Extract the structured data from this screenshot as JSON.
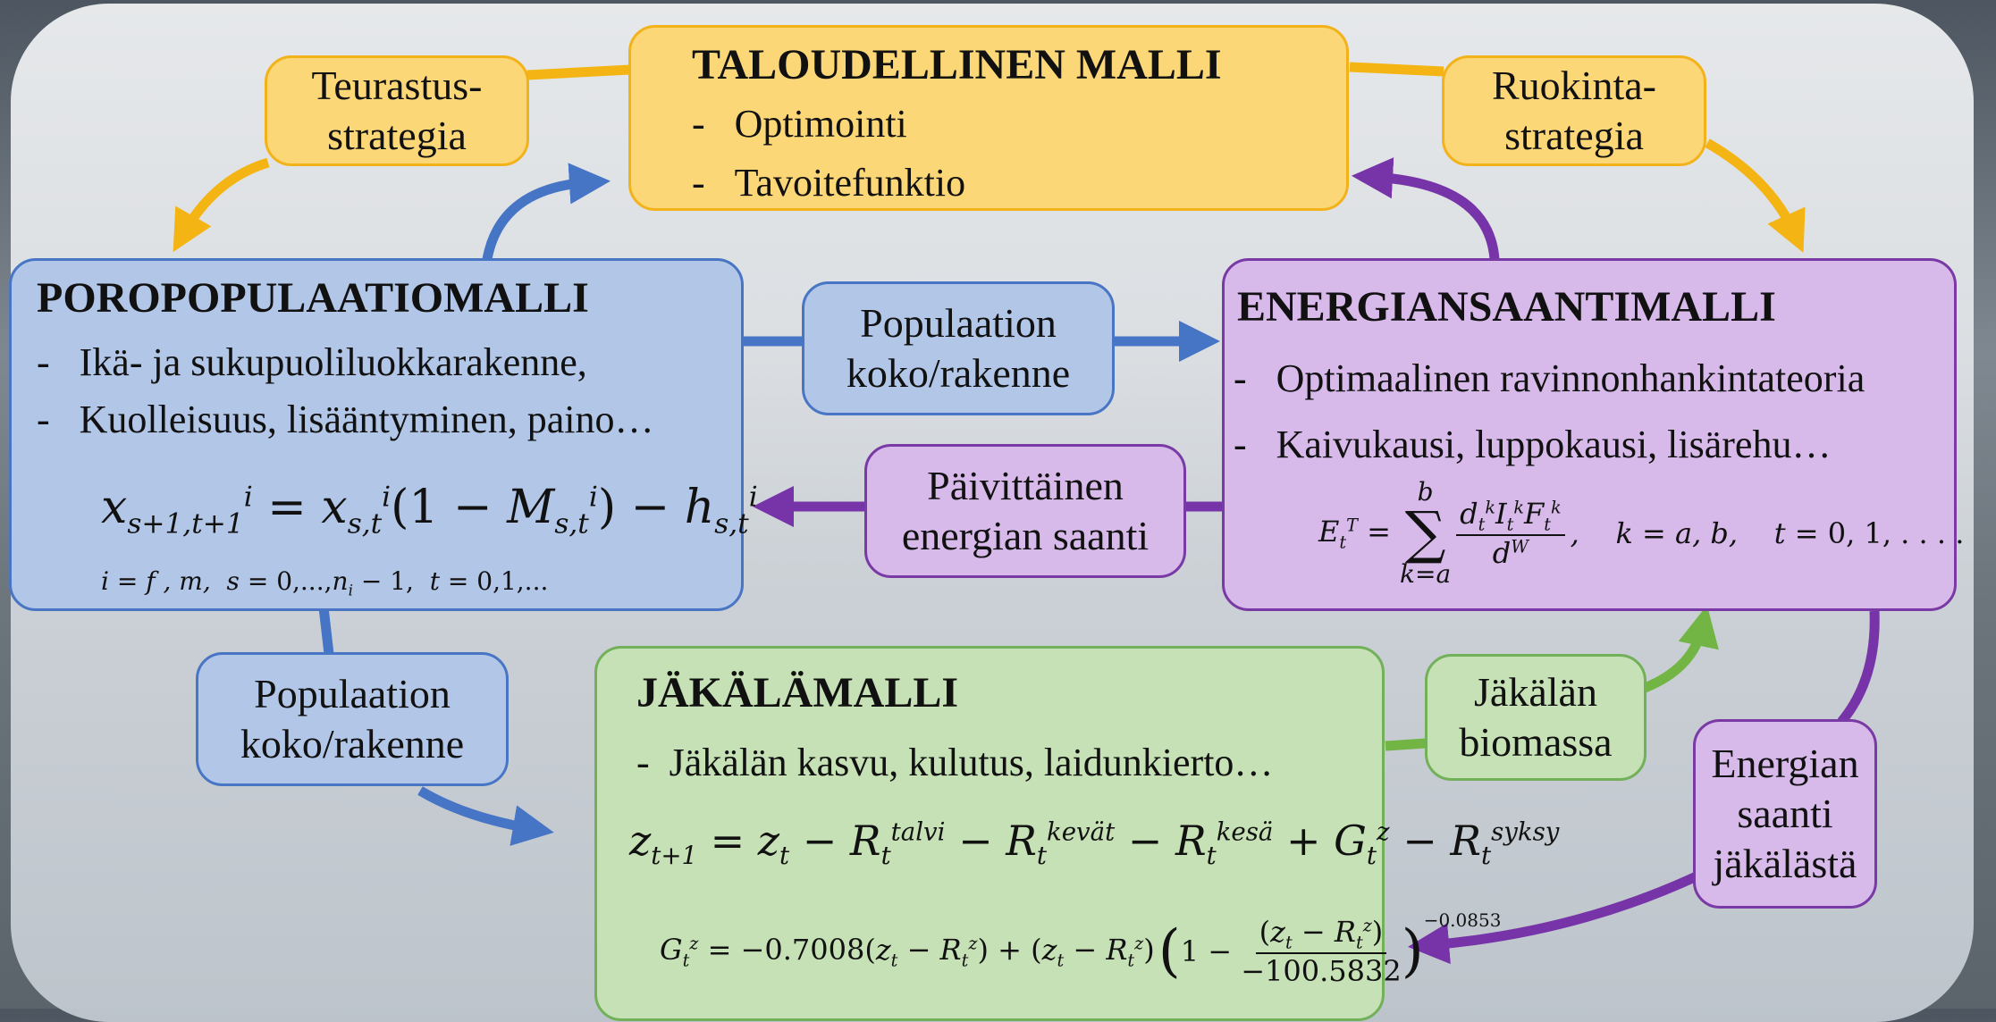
{
  "economic_model": {
    "title": "TALOUDELLINEN MALLI",
    "items": [
      "Optimointi",
      "Tavoitefunktio"
    ]
  },
  "population_model": {
    "title": "POROPOPULAATIOMALLI",
    "items": [
      "Ikä- ja sukupuoliluokkarakenne,",
      "Kuolleisuus, lisääntyminen, paino…"
    ],
    "equation": "x_{s+1,t+1}^i = x_{s,t}^i (1 − M_{s,t}^i) − h_{s,t}^i",
    "equation_condition": "i = f, m,  s = 0,...,n_i − 1,  t = 0,1,..."
  },
  "energy_model": {
    "title": "ENERGIANSAANTIMALLI",
    "items": [
      "Optimaalinen ravinnonhankintateoria",
      "Kaivukausi, luppokausi, lisärehu…"
    ],
    "equation": "E_t^T = Σ_{k=a}^{b} d_t^k I_t^k F_t^k / d^W,   k = a, b,   t = 0, 1, . . . ."
  },
  "lichen_model": {
    "title": "JÄKÄLÄMALLI",
    "items": [
      "Jäkälän kasvu, kulutus, laidunkierto…"
    ],
    "equation_1": "z_{t+1} = z_t − R_t^{talvi} − R_t^{kevät} − R_t^{kesä} + G_t^z − R_t^{syksy}",
    "equation_2": "G_t^z = −0.7008(z_t − R_t^z) + (z_t − R_t^z)(1 − (z_t − R_t^z)/−100.5832)^{−0.0853}"
  },
  "connectors": {
    "slaughter_strategy": [
      "Teurastus-",
      "strategia"
    ],
    "feeding_strategy": [
      "Ruokinta-",
      "strategia"
    ],
    "population_size_top": [
      "Populaation",
      "koko/rakenne"
    ],
    "daily_energy": [
      "Päivittäinen",
      "energian saanti"
    ],
    "population_size_bottom": [
      "Populaation",
      "koko/rakenne"
    ],
    "lichen_biomass": [
      "Jäkälän",
      "biomassa"
    ],
    "energy_from_lichen": [
      "Energian",
      "saanti",
      "jäkälästä"
    ]
  },
  "colors": {
    "yellow": "#fbd778",
    "yellow_border": "#f3b21a",
    "blue": "#b2c6e7",
    "blue_border": "#4875c4",
    "purple": "#d7b9ea",
    "purple_border": "#7a3aa6",
    "green": "#c6e1b5",
    "green_border": "#72b05a"
  }
}
